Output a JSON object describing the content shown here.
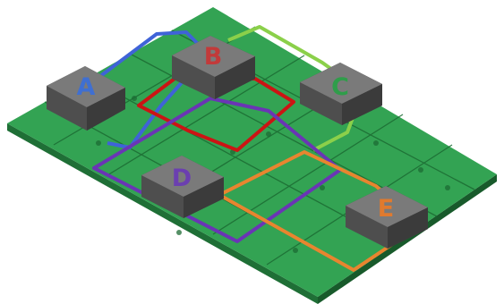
{
  "diagram": {
    "board_color": "#2e9c4c",
    "board_top_color": "#3aa95a",
    "board_edge_color": "#1f6f36",
    "trace_color": "#1c6b33",
    "chip_top_color": "#7a7a7a",
    "chip_side_color": "#4e4e4e",
    "chips": [
      {
        "id": "A",
        "label": "A",
        "color": "#3f6fd1"
      },
      {
        "id": "B",
        "label": "B",
        "color": "#c23a3a"
      },
      {
        "id": "C",
        "label": "C",
        "color": "#2f9d4a"
      },
      {
        "id": "D",
        "label": "D",
        "color": "#6b3fb0"
      },
      {
        "id": "E",
        "label": "E",
        "color": "#e07a2e"
      }
    ],
    "connections": [
      {
        "id": "A-blue",
        "color": "#3f63d8"
      },
      {
        "id": "B-red",
        "color": "#cc1414"
      },
      {
        "id": "C-green",
        "color": "#8bd04a"
      },
      {
        "id": "D-purple",
        "color": "#6a35b5"
      },
      {
        "id": "E-orange",
        "color": "#e8852f"
      }
    ]
  }
}
